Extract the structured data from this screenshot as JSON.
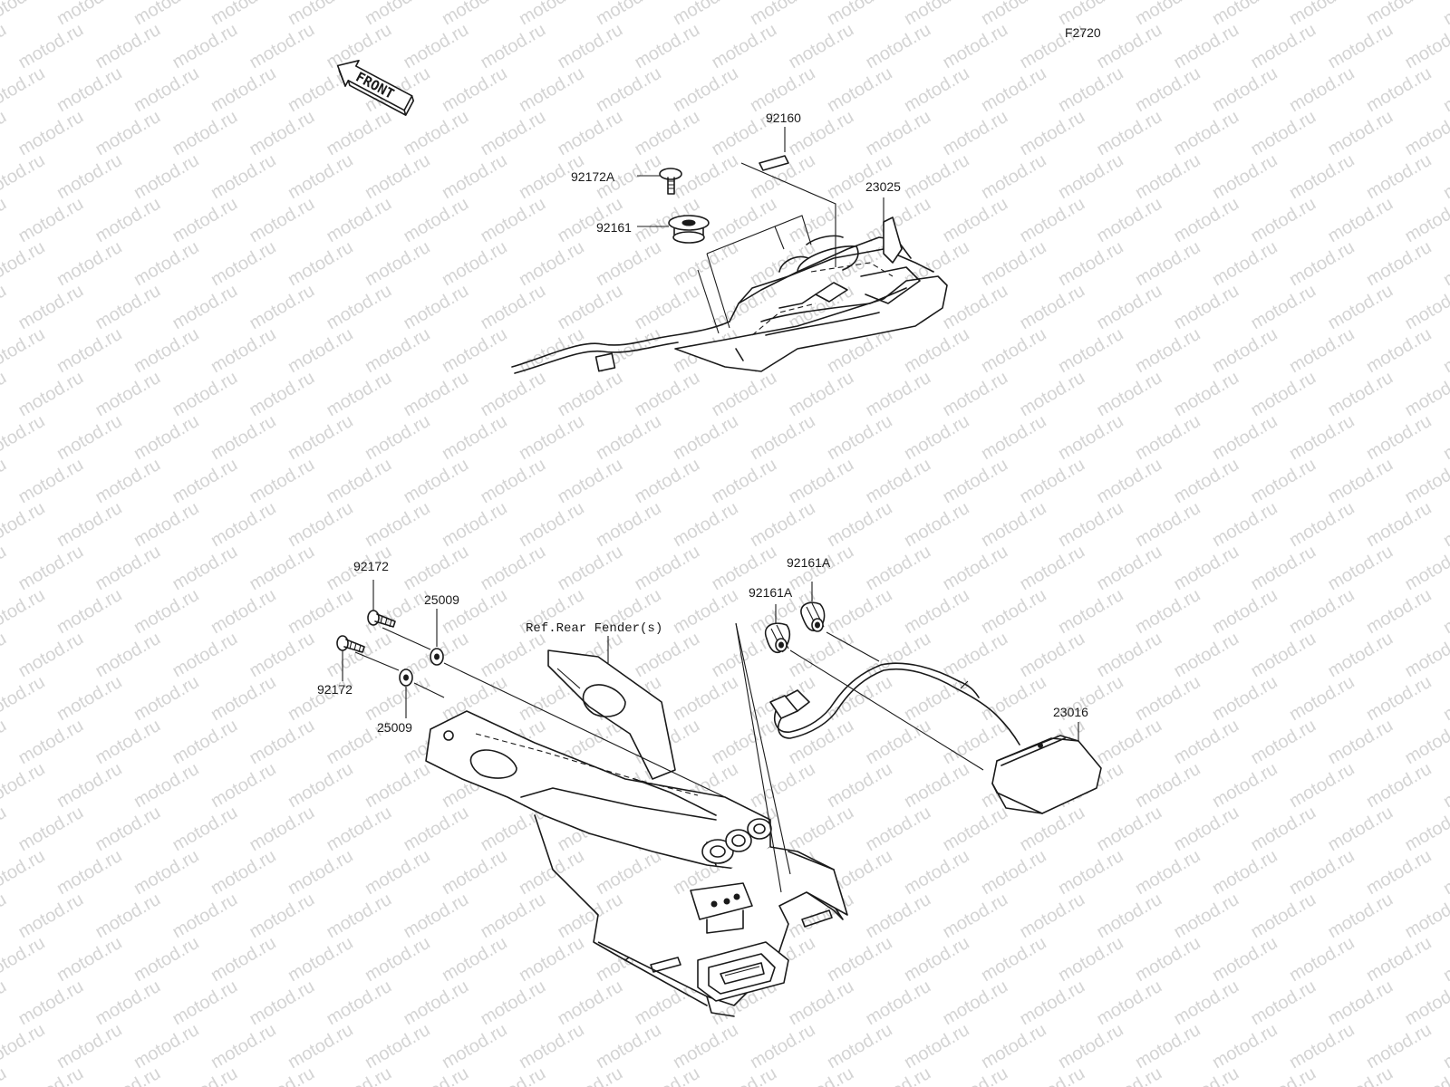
{
  "figure_code": "F2720",
  "direction_label": "FRONT",
  "watermark": "motod.ru",
  "reference_note": "Ref.Rear Fender(s)",
  "callouts": {
    "p92160": "92160",
    "p92172A": "92172A",
    "p23025": "23025",
    "p92161": "92161",
    "p92172_top": "92172",
    "p25009_top": "25009",
    "p92172_bottom": "92172",
    "p25009_bottom": "25009",
    "p92161A_top": "92161A",
    "p92161A_left": "92161A",
    "p23016": "23016"
  }
}
